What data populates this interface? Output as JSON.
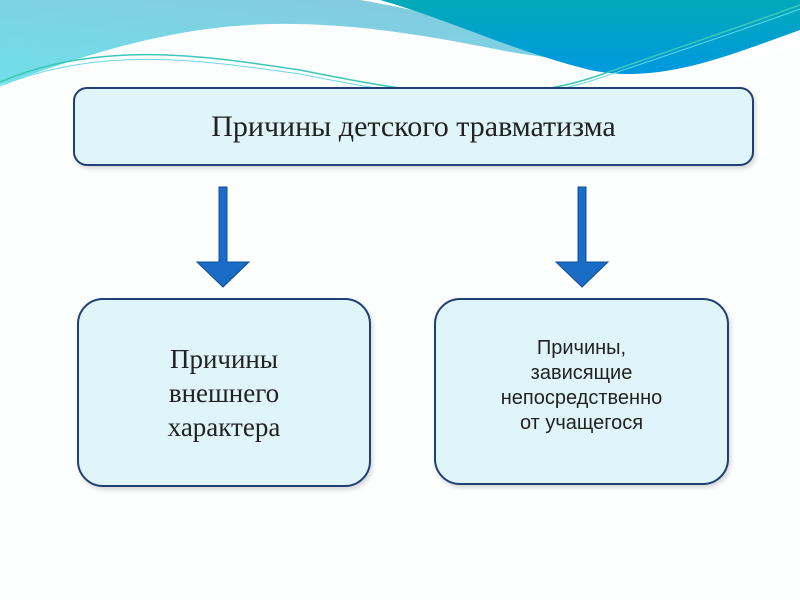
{
  "title": "Причины детского травматизма",
  "left_box": {
    "lines": [
      "Причины",
      "внешнего",
      "характера"
    ]
  },
  "right_box": {
    "lines": [
      "Причины,",
      "зависящие",
      "непосредственно",
      "от учащегося"
    ]
  },
  "colors": {
    "border": "#1f3f75",
    "fill": "#dff5fa",
    "arrow": "#1a6cc4"
  }
}
